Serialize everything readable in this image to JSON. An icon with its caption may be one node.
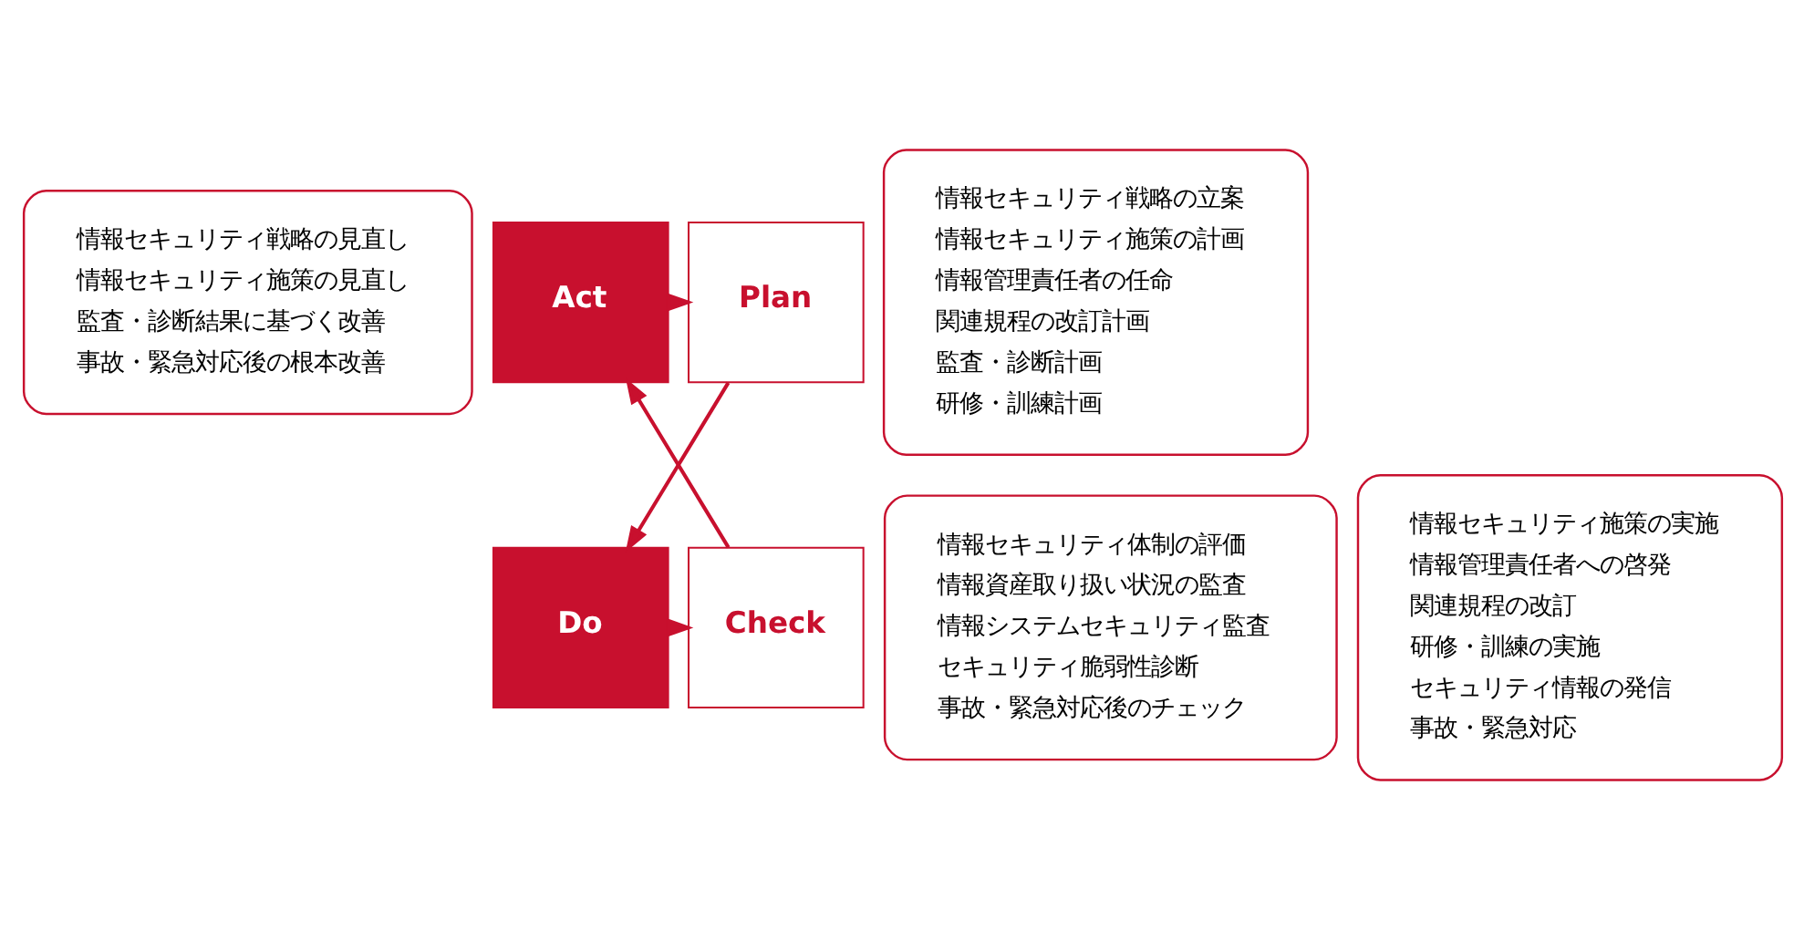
{
  "diagram": {
    "nodes": [
      {
        "text": [
          "情報セキュリティ戦略の見直し",
          "情報セキュリティ施策の見直し",
          "監査・診断結果に基づく改善",
          "事故・緊急対応後の根本改善"
        ]
      },
      {
        "text": [
          "Act"
        ]
      },
      {
        "text": [
          "Plan"
        ]
      },
      {
        "text": [
          "情報セキュリティ戦略の立案",
          "情報セキュリティ施策の計画",
          "情報管理責任者の任命",
          "関連規程の改訂計画",
          "監査・診断計画",
          "研修・訓練計画"
        ]
      },
      {
        "text": [
          "情報セキュリティ体制の評価",
          "情報資産取り扱い状況の監査",
          "情報システムセキュリティ監査",
          "セキュリティ脆弱性診断",
          "事故・緊急対応後のチェック"
        ]
      },
      {
        "text": [
          "Check"
        ]
      },
      {
        "text": [
          "Do"
        ]
      },
      {
        "text": [
          "情報セキュリティ施策の実施",
          "情報管理責任者への啓発",
          "関連規程の改訂",
          "研修・訓練の実施",
          "セキュリティ情報の発信",
          "事故・緊急対応"
        ]
      }
    ],
    "edges": [
      {
        "from": 1,
        "to": 2,
        "arrow": "to"
      },
      {
        "from": 2,
        "to": 6,
        "arrow": "to"
      },
      {
        "from": 6,
        "to": 5,
        "arrow": "to"
      },
      {
        "from": 5,
        "to": 1,
        "arrow": "to"
      }
    ]
  }
}
